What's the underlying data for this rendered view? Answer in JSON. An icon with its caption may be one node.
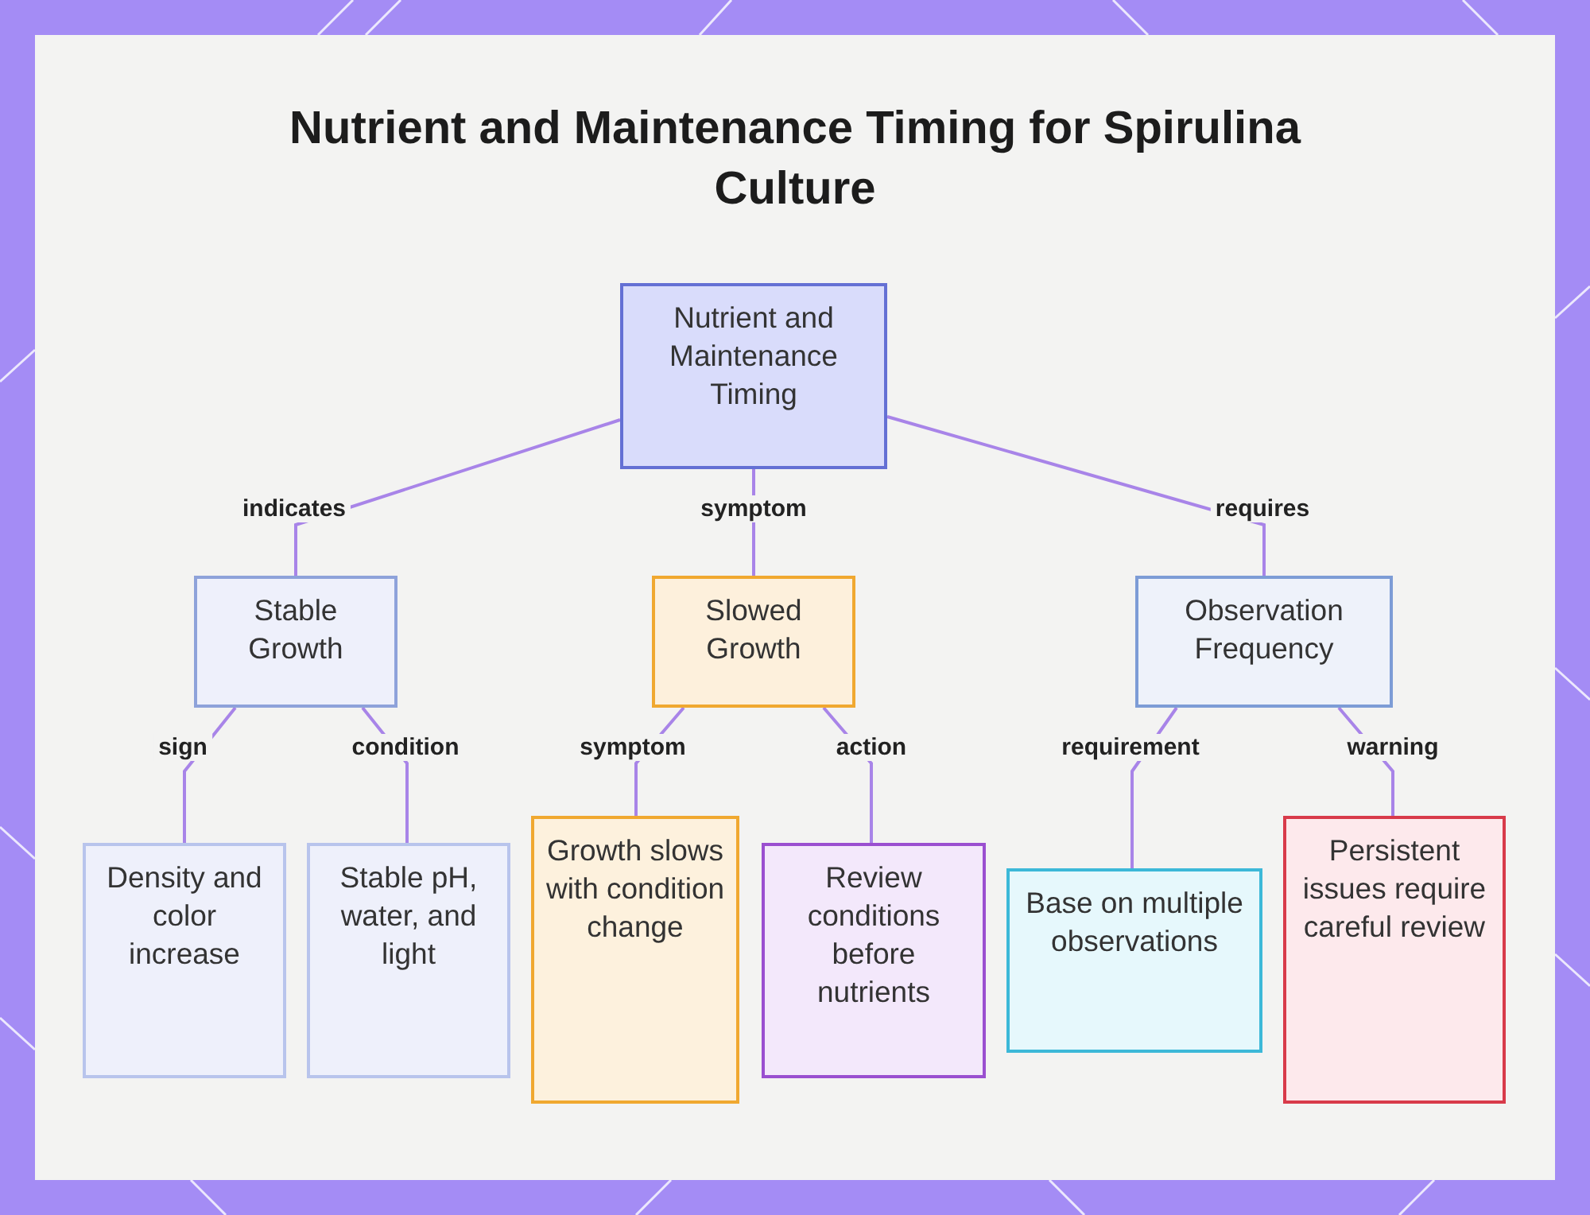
{
  "diagram": {
    "title": "Nutrient and Maintenance Timing for Spirulina Culture",
    "nodes": [
      {
        "text": [
          "Nutrient and Maintenance Timing"
        ]
      },
      {
        "text": [
          "Stable Growth"
        ]
      },
      {
        "text": [
          "Slowed Growth"
        ]
      },
      {
        "text": [
          "Observation Frequency"
        ]
      },
      {
        "text": [
          "Density and color increase"
        ]
      },
      {
        "text": [
          "Stable pH, water, and light"
        ]
      },
      {
        "text": [
          "Growth slows with condition change"
        ]
      },
      {
        "text": [
          "Review conditions before nutrients"
        ]
      },
      {
        "text": [
          "Base on multiple observations"
        ]
      },
      {
        "text": [
          "Persistent issues require careful review"
        ]
      }
    ],
    "edges": [
      {
        "from": 0,
        "to": 1,
        "arrow": "none",
        "label": "indicates"
      },
      {
        "from": 0,
        "to": 2,
        "arrow": "none",
        "label": "symptom"
      },
      {
        "from": 0,
        "to": 3,
        "arrow": "none",
        "label": "requires"
      },
      {
        "from": 1,
        "to": 4,
        "arrow": "none",
        "label": "sign"
      },
      {
        "from": 1,
        "to": 5,
        "arrow": "none",
        "label": "condition"
      },
      {
        "from": 2,
        "to": 6,
        "arrow": "none",
        "label": "symptom"
      },
      {
        "from": 2,
        "to": 7,
        "arrow": "none",
        "label": "action"
      },
      {
        "from": 3,
        "to": 8,
        "arrow": "none",
        "label": "requirement"
      },
      {
        "from": 3,
        "to": 9,
        "arrow": "none",
        "label": "warning"
      }
    ]
  }
}
